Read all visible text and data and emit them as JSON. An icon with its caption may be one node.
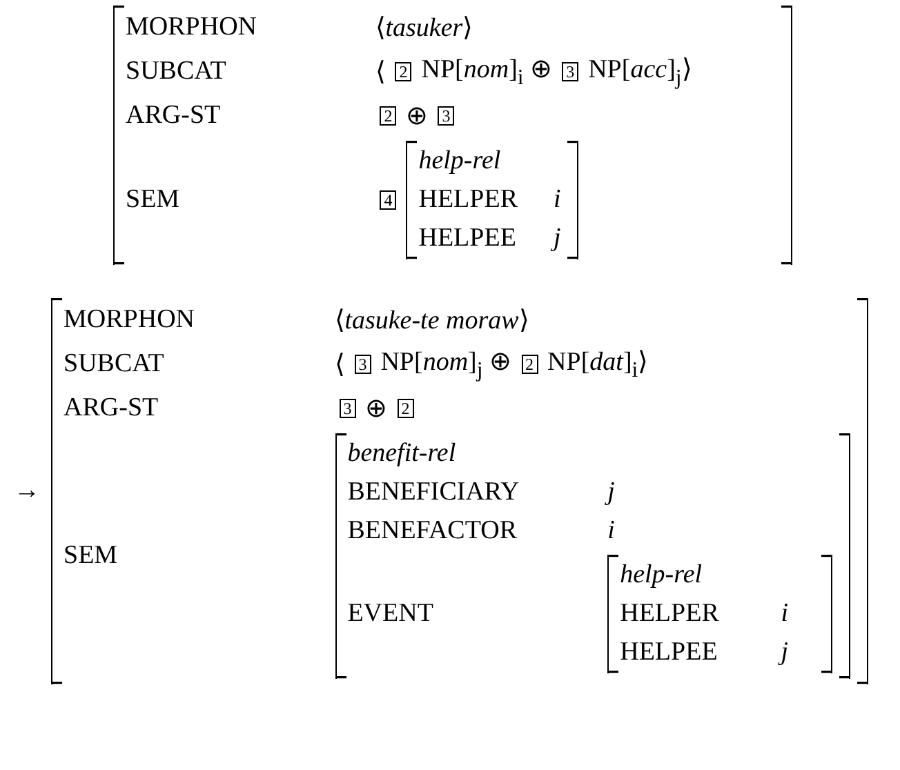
{
  "diagram": {
    "labels": [
      "MORPHON",
      "⟨*tasuker*⟩",
      "SUBCAT",
      "⟨",
      "2",
      "NP[*nom*]$_{i}$ ⊕",
      "3",
      "NP[*acc*]$_{j}$⟩",
      "ARG-ST",
      "2",
      "⊕",
      "3",
      "SEM",
      "4",
      "help-rel",
      "HELPER",
      "i",
      "HELPEE",
      "j",
      "→",
      "MORPHON",
      "⟨*tasuke-te moraw*⟩",
      "SUBCAT",
      "⟨",
      "3",
      "NP[*nom*]$_{j}$ ⊕",
      "2",
      "NP[*dat*]$_{i}$⟩",
      "ARG-ST",
      "3",
      "⊕",
      "2",
      "SEM",
      "benefit-rel",
      "BENEFICIARY",
      "j",
      "BENEFACTOR",
      "i",
      "EVENT",
      "help-rel",
      "HELPER",
      "i",
      "HELPEE",
      "j"
    ]
  }
}
